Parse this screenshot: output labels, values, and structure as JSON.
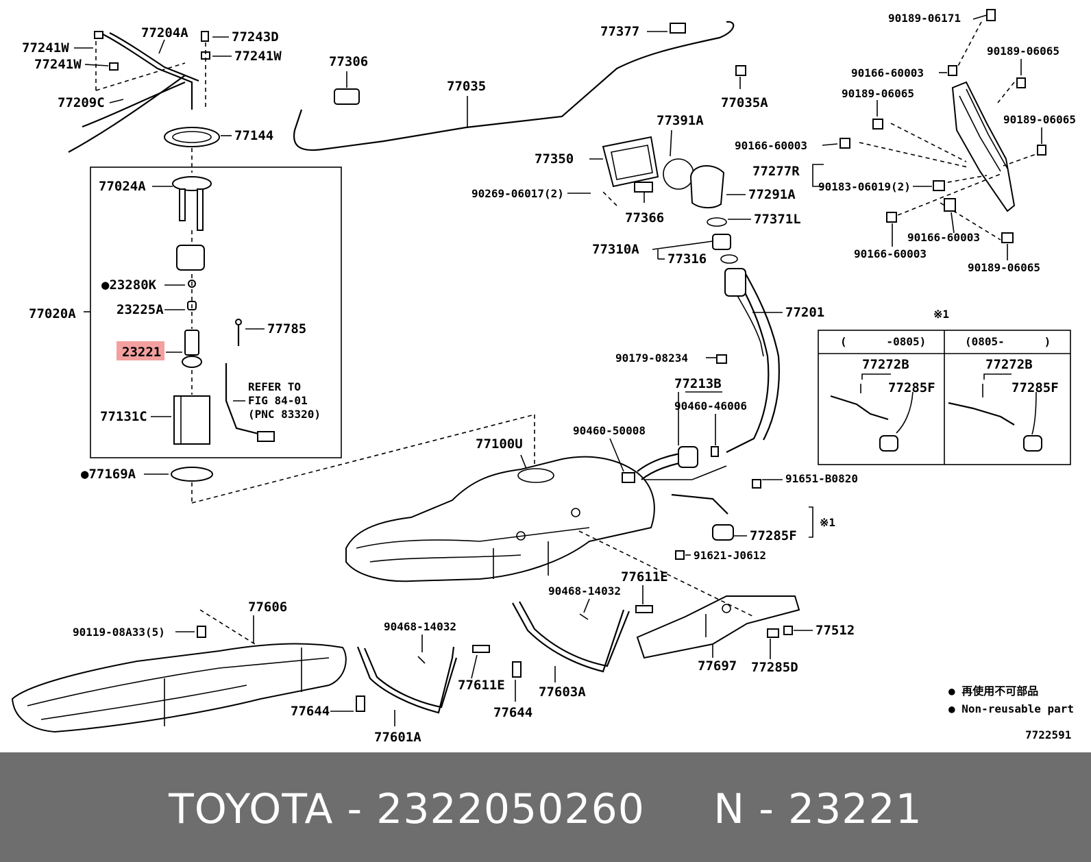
{
  "diagram": {
    "labels": {
      "p77241W_a": "77241W",
      "p77241W_b": "77241W",
      "p77204A": "77204A",
      "p77243D": "77243D",
      "p77241W_c": "77241W",
      "p77209C": "77209C",
      "p77144": "77144",
      "p77024A": "77024A",
      "p23280K": "●23280K",
      "p23225A": "23225A",
      "p77020A": "77020A",
      "p77785": "77785",
      "p23221": "23221",
      "refer_1": "REFER TO",
      "refer_2": "FIG 84-01",
      "refer_3": "(PNC 83320)",
      "p77131C": "77131C",
      "p77169A": "●77169A",
      "p77306": "77306",
      "p77035": "77035",
      "p77377": "77377",
      "p77035A": "77035A",
      "p77391A": "77391A",
      "p77350": "77350",
      "p90269": "90269-06017(2)",
      "p77366": "77366",
      "p77291A": "77291A",
      "p77371L": "77371L",
      "p77310A": "77310A",
      "p77316": "77316",
      "p77201": "77201",
      "p90179": "90179-08234",
      "p77213B": "77213B",
      "p90460_46006": "90460-46006",
      "p90460_50008": "90460-50008",
      "p77100U": "77100U",
      "p91651": "91651-B0820",
      "p77285F_main": "77285F",
      "p91621": "91621-J0612",
      "p77611E_a": "77611E",
      "p90468_a": "90468-14032",
      "p77512": "77512",
      "p77697": "77697",
      "p77285D": "77285D",
      "p77606": "77606",
      "p90119": "90119-08A33(5)",
      "p90468_b": "90468-14032",
      "p77644_a": "77644",
      "p77601A": "77601A",
      "p77611E_b": "77611E",
      "p77644_b": "77644",
      "p77603A": "77603A",
      "p90189_06171": "90189-06171",
      "p90166_a": "90166-60003",
      "p90189_06065_a": "90189-06065",
      "p90189_06065_b": "90189-06065",
      "p90166_b": "90166-60003",
      "p90189_06065_c": "90189-06065",
      "p77277R": "77277R",
      "p90183": "90183-06019(2)",
      "p90166_c": "90166-60003",
      "p90166_d": "90166-60003",
      "p90189_06065_d": "90189-06065",
      "note_mark": "※1",
      "note_mark_2": "※1",
      "inset_left_head": "(      -0805)",
      "inset_right_head": "(0805-      )",
      "p77272B_l": "77272B",
      "p77285F_l": "77285F",
      "p77272B_r": "77272B",
      "p77285F_r": "77285F",
      "legend_jp": "● 再使用不可部品",
      "legend_en": "● Non-reusable part",
      "fig_id": "7722591"
    },
    "highlight_color": "#f4a0a0"
  },
  "footer": {
    "text": "TOYOTA - 2322050260     N - 23221",
    "background": "#6e6e6e"
  }
}
